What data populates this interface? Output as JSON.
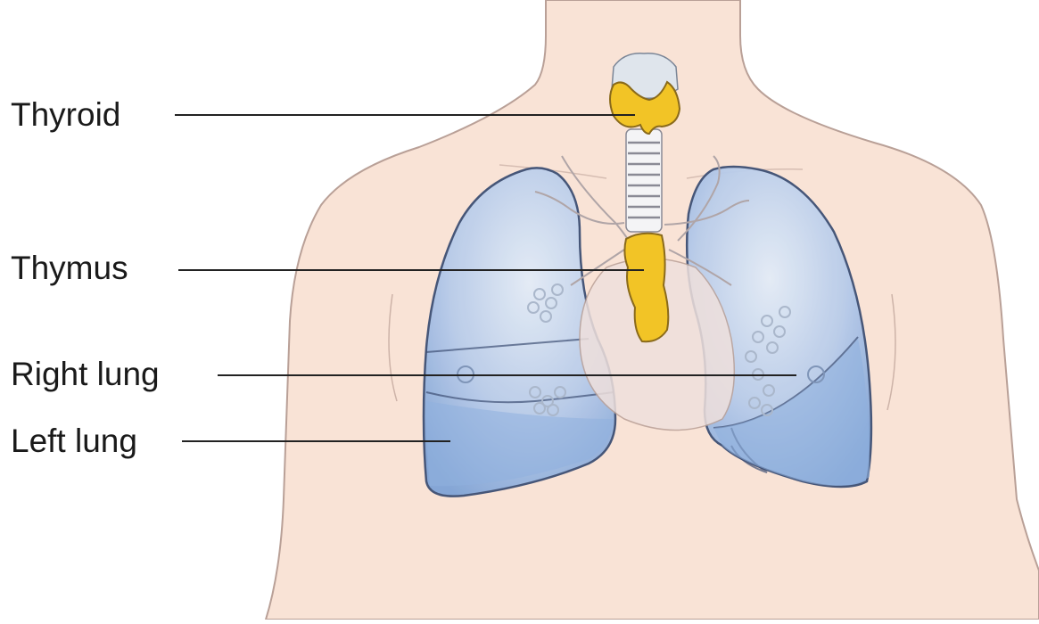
{
  "labels": {
    "thyroid": "Thyroid",
    "thymus": "Thymus",
    "right_lung": "Right lung",
    "left_lung": "Left lung"
  },
  "colors": {
    "skin": "#f9e3d6",
    "skin_outline": "#b9a097",
    "lung": "#8fb0de",
    "lung_light": "#c7d8ee",
    "lung_outline": "#3d4f74",
    "gland": "#f2c426",
    "gland_outline": "#8a6a1b",
    "leader_line": "#222222"
  }
}
